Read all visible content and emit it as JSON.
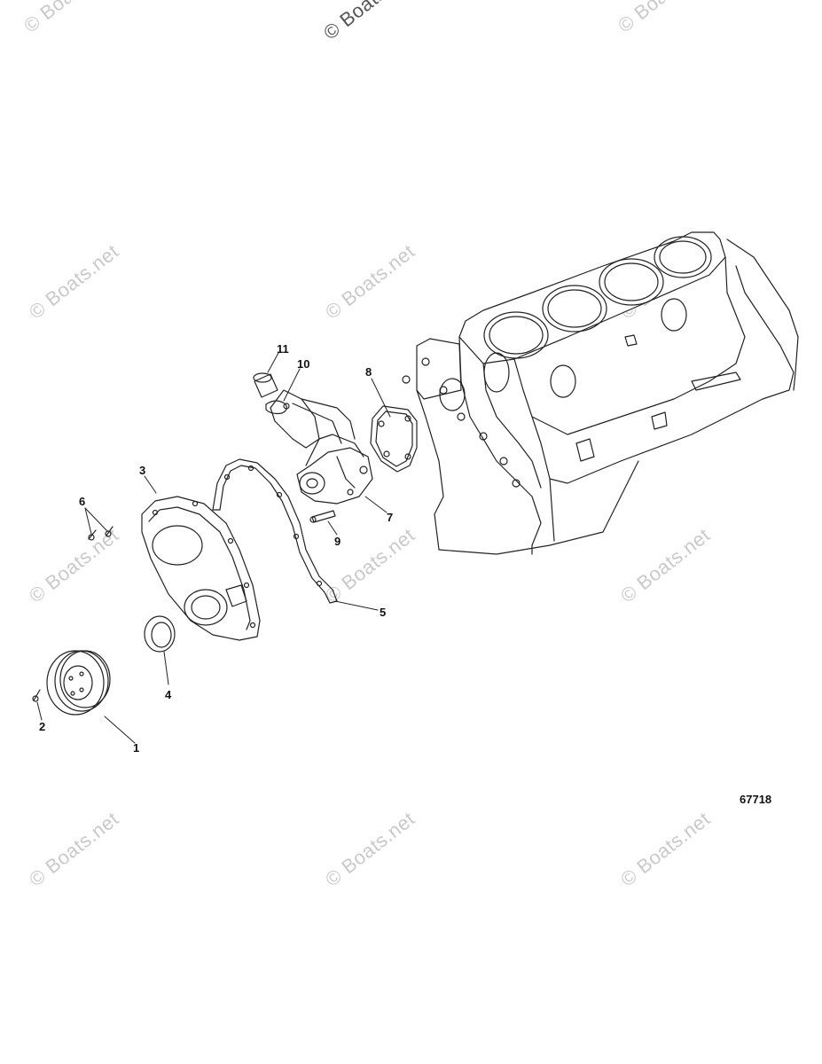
{
  "watermark": "© Boats.net",
  "callouts": [
    "1",
    "2",
    "3",
    "4",
    "5",
    "6",
    "7",
    "8",
    "9",
    "10",
    "11"
  ],
  "figure_number": "67718"
}
